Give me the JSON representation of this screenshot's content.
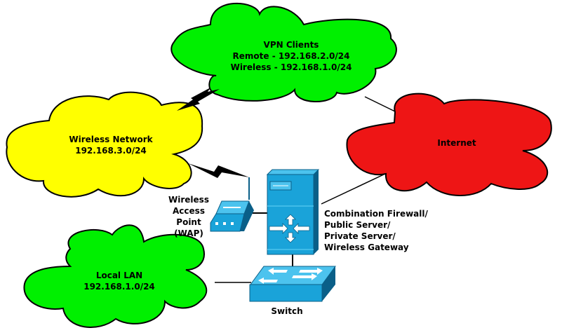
{
  "diagram": {
    "clouds": [
      {
        "id": "vpn",
        "title": "VPN Clients",
        "lines": [
          "Remote - 192.168.2.0/24",
          "Wireless - 192.168.1.0/24"
        ],
        "color": "#00f000"
      },
      {
        "id": "wireless",
        "title": "Wireless Network",
        "lines": [
          "192.168.3.0/24"
        ],
        "color": "#ffff00"
      },
      {
        "id": "internet",
        "title": "Internet",
        "lines": [],
        "color": "#ee1515"
      },
      {
        "id": "lan",
        "title": "Local LAN",
        "lines": [
          "192.168.1.0/24"
        ],
        "color": "#00f000"
      }
    ],
    "devices": {
      "wap": {
        "label_lines": [
          "Wireless",
          "Access",
          "Point",
          "(WAP)"
        ]
      },
      "server": {
        "label_lines": [
          "Combination Firewall/",
          "Public Server/",
          "Private Server/",
          "Wireless Gateway"
        ]
      },
      "switch": {
        "label": "Switch"
      }
    },
    "connections": [
      {
        "from": "wireless",
        "to": "vpn",
        "type": "wireless"
      },
      {
        "from": "wireless",
        "to": "wap",
        "type": "wireless"
      },
      {
        "from": "vpn",
        "to": "internet",
        "type": "wired"
      },
      {
        "from": "internet",
        "to": "server",
        "type": "wired"
      },
      {
        "from": "wap",
        "to": "server",
        "type": "wired"
      },
      {
        "from": "server",
        "to": "switch",
        "type": "wired"
      },
      {
        "from": "lan",
        "to": "switch",
        "type": "wired"
      }
    ],
    "colors": {
      "device_face": "#1aa3d9",
      "device_light": "#4cc3ee",
      "device_dark": "#0a5f88",
      "device_side": "#0d7fb0",
      "line": "#000000"
    }
  }
}
